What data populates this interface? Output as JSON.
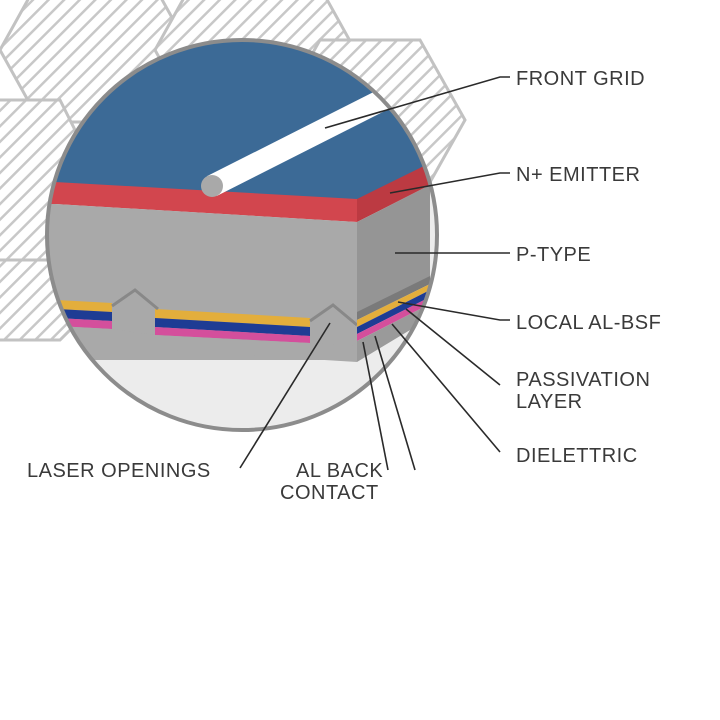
{
  "labels": {
    "front_grid": "FRONT GRID",
    "n_emitter": "N+ EMITTER",
    "p_type": "P-TYPE",
    "local_al_bsf": "LOCAL AL-BSF",
    "passivation_line1": "PASSIVATION",
    "passivation_line2": "LAYER",
    "dielettric": "DIELETTRIC",
    "laser_openings": "LASER OPENINGS",
    "al_back_line1": "AL BACK",
    "al_back_line2": "CONTACT"
  },
  "colors": {
    "front_surface": "#3c6a96",
    "emitter": "#d2464e",
    "emitter_side": "#bc3a42",
    "p_type": "#a9a9a9",
    "p_type_side": "#959595",
    "passivation": "#e3ae3c",
    "dielectric": "#1e3c94",
    "al_contact": "#d44f9c",
    "back_fill": "#ececec",
    "hatch_bg": "#ffffff",
    "hatch_line": "#c8c8c8",
    "circle_border": "#8c8c8c"
  }
}
